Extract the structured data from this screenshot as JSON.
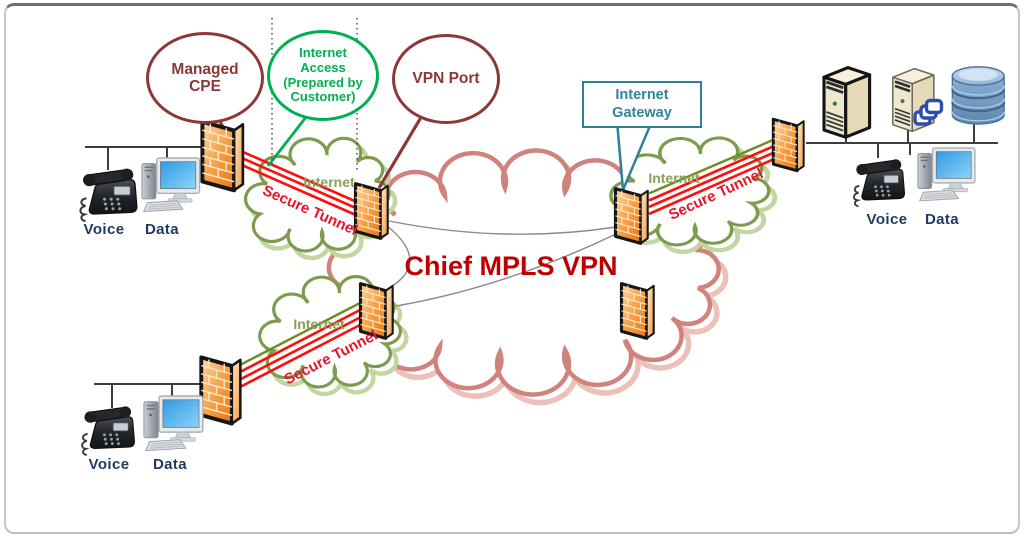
{
  "diagram": {
    "title": {
      "text": "Chief MPLS VPN",
      "color": "#C00000"
    },
    "callouts": {
      "managed_cpe": {
        "line1": "Managed",
        "line2": "CPE",
        "color": "#8C3836"
      },
      "internet_access": {
        "line1": "Internet",
        "line2": "Access",
        "line3": "(Prepared by",
        "line4": "Customer)",
        "color": "#00B050"
      },
      "vpn_port": {
        "label": "VPN Port",
        "color": "#8C3836"
      },
      "internet_gateway": {
        "line1": "Internet",
        "line2": "Gateway",
        "color": "#31849B"
      }
    },
    "clouds": {
      "internet_label": "Internet",
      "internet_outline_color": "#7D9B4D",
      "mpls_outline_color": "#CF837C"
    },
    "tunnel": {
      "label": "Secure Tunnel",
      "line_color": "#FF0E0E",
      "label_color": "#E8142A"
    },
    "site_labels": {
      "voice": "Voice",
      "data": "Data",
      "color": "#1E3A5F"
    },
    "icons": {
      "firewall": "orange-brick-firewall",
      "phone": "desk-phone",
      "workstation": "desktop-computer",
      "server": "tower-server",
      "database": "database-stack",
      "application": "app-windows-stack"
    }
  }
}
